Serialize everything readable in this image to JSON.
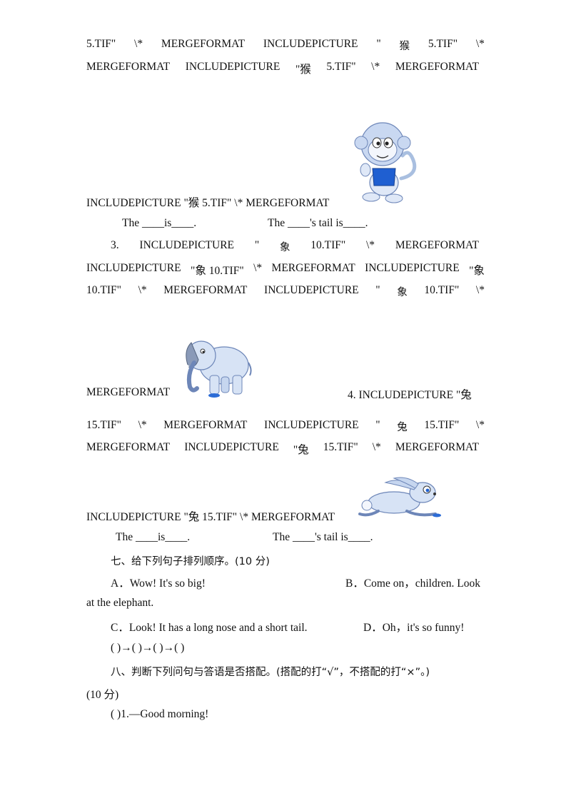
{
  "q2": {
    "line1": [
      "5.TIF\"",
      "\\*",
      "MERGEFORMAT",
      "INCLUDEPICTURE",
      "\"",
      "猴",
      "5.TIF\"",
      "\\*"
    ],
    "line2": [
      "MERGEFORMAT",
      "INCLUDEPICTURE",
      "\"猴",
      "5.TIF\"",
      "\\*",
      "MERGEFORMAT"
    ],
    "line3": "INCLUDEPICTURE \"猴 5.TIF\" \\* MERGEFORMAT",
    "answer_left": "The ____is____.",
    "answer_right": "The ____'s tail is____."
  },
  "q3": {
    "line1": [
      "3.",
      "INCLUDEPICTURE",
      "\"",
      "象",
      "10.TIF\"",
      "\\*",
      "MERGEFORMAT"
    ],
    "line2": [
      "INCLUDEPICTURE",
      "\"象 10.TIF\"",
      "\\*",
      "MERGEFORMAT",
      "INCLUDEPICTURE",
      "\"象"
    ],
    "line3": [
      "10.TIF\"",
      "\\*",
      "MERGEFORMAT",
      "INCLUDEPICTURE",
      "\"",
      "象",
      "10.TIF\"",
      "\\*"
    ],
    "line4_left": "MERGEFORMAT",
    "line4_right": "4.  INCLUDEPICTURE  \"兔"
  },
  "q4": {
    "line1": [
      "15.TIF\"",
      "\\*",
      "MERGEFORMAT",
      "INCLUDEPICTURE",
      "\"",
      "兔",
      "15.TIF\"",
      "\\*"
    ],
    "line2": [
      "MERGEFORMAT",
      "INCLUDEPICTURE",
      "\"兔",
      "15.TIF\"",
      "\\*",
      "MERGEFORMAT"
    ],
    "line3": "INCLUDEPICTURE \"兔 15.TIF\" \\* MERGEFORMAT",
    "answer_left": "The ____is____.",
    "answer_right": "The ____'s tail is____."
  },
  "section7": {
    "heading": "七、给下列句子排列顺序。(10 分)",
    "a": "A．Wow!  It's  so  big!",
    "b": "B．Come  on，children.  Look",
    "b_cont": "at the elephant.",
    "c": "C．Look!  It  has  a  long  nose  and  a  short  tail.",
    "d": "D．Oh，it's  so  funny!",
    "order": "(        )→(        )→(        )→(        )"
  },
  "section8": {
    "heading": "八、判断下列问句与答语是否搭配。(搭配的打“√”，不搭配的打“×”。)",
    "points": "(10 分)",
    "item1": "(        )1.—Good morning!"
  },
  "icons": {
    "monkey": "monkey-picture",
    "elephant": "elephant-picture",
    "rabbit": "rabbit-picture"
  }
}
